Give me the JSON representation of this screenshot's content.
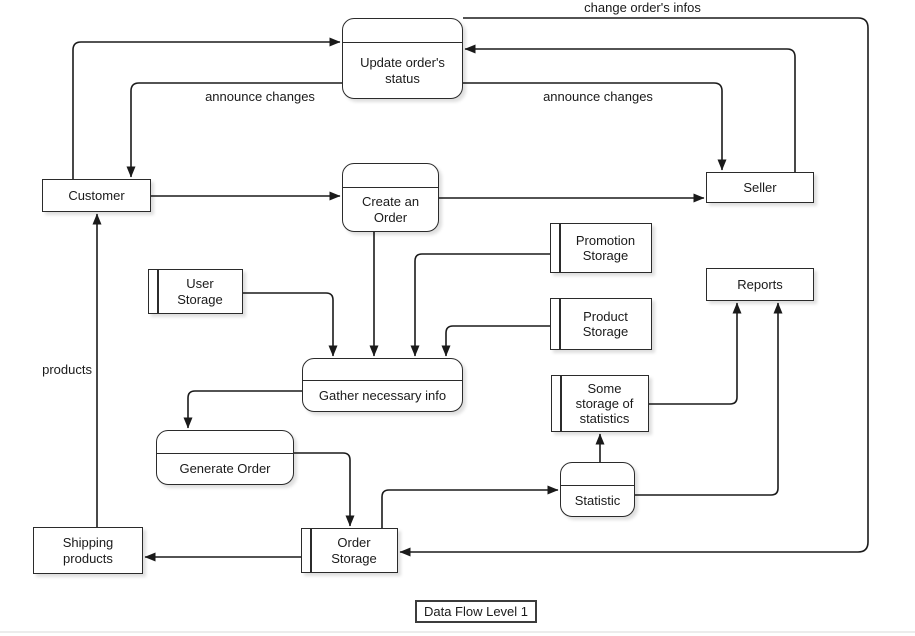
{
  "diagram": {
    "title": "Data Flow Level 1",
    "colors": {
      "line": "#1a1a1a",
      "node_fill": "#ffffff",
      "background": "#ffffff"
    },
    "nodes": {
      "update_orders_status": {
        "label": "Update order's\nstatus",
        "type": "process"
      },
      "create_an_order": {
        "label": "Create an\nOrder",
        "type": "process"
      },
      "gather_necessary_info": {
        "label": "Gather necessary info",
        "type": "process"
      },
      "generate_order": {
        "label": "Generate Order",
        "type": "process"
      },
      "statistic": {
        "label": "Statistic",
        "type": "process"
      },
      "customer": {
        "label": "Customer",
        "type": "external-entity"
      },
      "seller": {
        "label": "Seller",
        "type": "external-entity"
      },
      "reports": {
        "label": "Reports",
        "type": "external-entity"
      },
      "shipping_products": {
        "label": "Shipping\nproducts",
        "type": "external-entity"
      },
      "user_storage": {
        "label": "User\nStorage",
        "type": "data-store"
      },
      "promotion_storage": {
        "label": "Promotion\nStorage",
        "type": "data-store"
      },
      "product_storage": {
        "label": "Product\nStorage",
        "type": "data-store"
      },
      "some_storage_of_statistics": {
        "label": "Some\nstorage of\nstatistics",
        "type": "data-store"
      },
      "order_storage": {
        "label": "Order\nStorage",
        "type": "data-store"
      }
    },
    "edge_labels": {
      "change_orders_infos": "change order's infos",
      "announce_changes_left": "announce changes",
      "announce_changes_right": "announce changes",
      "products": "products"
    },
    "edges": [
      {
        "from": "customer",
        "to": "update_orders_status",
        "label": ""
      },
      {
        "from": "update_orders_status",
        "to": "customer",
        "label": "announce changes"
      },
      {
        "from": "update_orders_status",
        "to": "seller",
        "label": "announce changes"
      },
      {
        "from": "seller",
        "to": "update_orders_status",
        "label": ""
      },
      {
        "from": "update_orders_status",
        "to": "order_storage",
        "label": "change order's infos"
      },
      {
        "from": "customer",
        "to": "create_an_order",
        "label": ""
      },
      {
        "from": "create_an_order",
        "to": "seller",
        "label": ""
      },
      {
        "from": "create_an_order",
        "to": "gather_necessary_info",
        "label": ""
      },
      {
        "from": "user_storage",
        "to": "gather_necessary_info",
        "label": ""
      },
      {
        "from": "promotion_storage",
        "to": "gather_necessary_info",
        "label": ""
      },
      {
        "from": "product_storage",
        "to": "gather_necessary_info",
        "label": ""
      },
      {
        "from": "gather_necessary_info",
        "to": "generate_order",
        "label": ""
      },
      {
        "from": "generate_order",
        "to": "order_storage",
        "label": ""
      },
      {
        "from": "order_storage",
        "to": "statistic",
        "label": ""
      },
      {
        "from": "statistic",
        "to": "some_storage_of_statistics",
        "label": ""
      },
      {
        "from": "some_storage_of_statistics",
        "to": "reports",
        "label": ""
      },
      {
        "from": "statistic",
        "to": "reports",
        "label": ""
      },
      {
        "from": "order_storage",
        "to": "shipping_products",
        "label": ""
      },
      {
        "from": "shipping_products",
        "to": "customer",
        "label": "products"
      }
    ]
  }
}
